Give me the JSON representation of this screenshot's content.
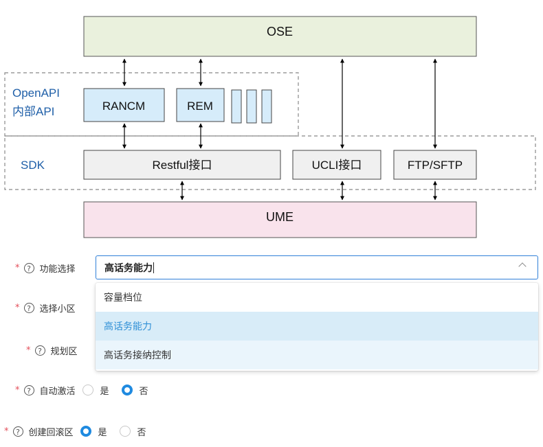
{
  "diagram": {
    "ose": "OSE",
    "openapi_line1": "OpenAPI",
    "openapi_line2": "内部API",
    "rancm": "RANCM",
    "rem": "REM",
    "sdk": "SDK",
    "restful": "Restful接口",
    "ucli": "UCLI接口",
    "ftp": "FTP/SFTP",
    "ume": "UME"
  },
  "form": {
    "function_select": {
      "required_mark": "*",
      "help_icon": "?",
      "label": "功能选择",
      "value": "高话务能力",
      "options": [
        "容量档位",
        "高话务能力",
        "高话务接纳控制"
      ],
      "selected_index": 1
    },
    "cell_select": {
      "required_mark": "*",
      "help_icon": "?",
      "label": "选择小区"
    },
    "planning_area": {
      "required_mark": "*",
      "help_icon": "?",
      "label": "规划区"
    },
    "auto_activate": {
      "required_mark": "*",
      "help_icon": "?",
      "label": "自动激活",
      "options": [
        "是",
        "否"
      ],
      "selected": "否"
    },
    "create_rollback": {
      "required_mark": "*",
      "help_icon": "?",
      "label": "创建回滚区",
      "options": [
        "是",
        "否"
      ],
      "selected": "是"
    }
  },
  "colors": {
    "ose_fill": "#eaf1dd",
    "module_fill": "#d6ecfa",
    "ume_fill": "#f9e3ec",
    "openapi_text": "#1f5fa8",
    "accent": "#1f8ae0"
  }
}
